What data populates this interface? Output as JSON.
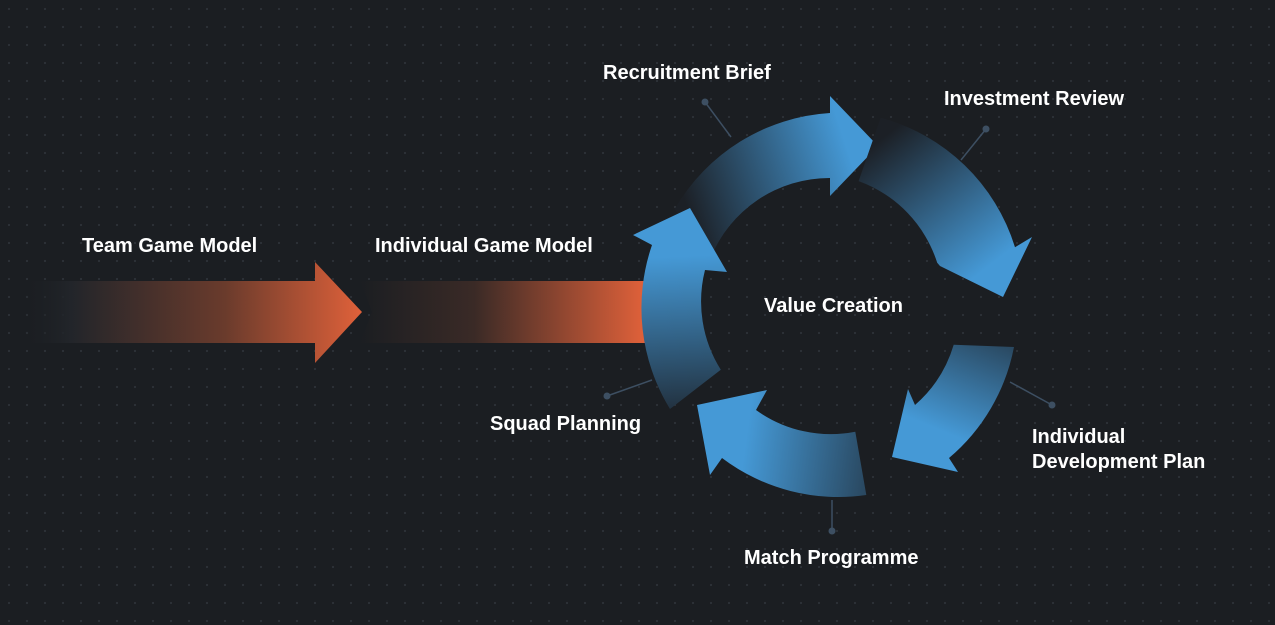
{
  "diagram": {
    "input_labels": {
      "team_game_model": "Team Game Model",
      "individual_game_model": "Individual Game Model"
    },
    "center_label": "Value Creation",
    "cycle_stages": {
      "recruitment_brief": "Recruitment Brief",
      "investment_review": "Investment Review",
      "individual_development_plan_line1": "Individual",
      "individual_development_plan_line2": "Development Plan",
      "match_programme": "Match Programme",
      "squad_planning": "Squad Planning"
    },
    "colors": {
      "background": "#1b1e22",
      "orange_accent": "#e0613a",
      "blue_accent": "#4599d6",
      "leader_line": "#3d4f62"
    },
    "icons": [
      "input-arrow",
      "cycle-arrow",
      "leader-dot"
    ]
  }
}
